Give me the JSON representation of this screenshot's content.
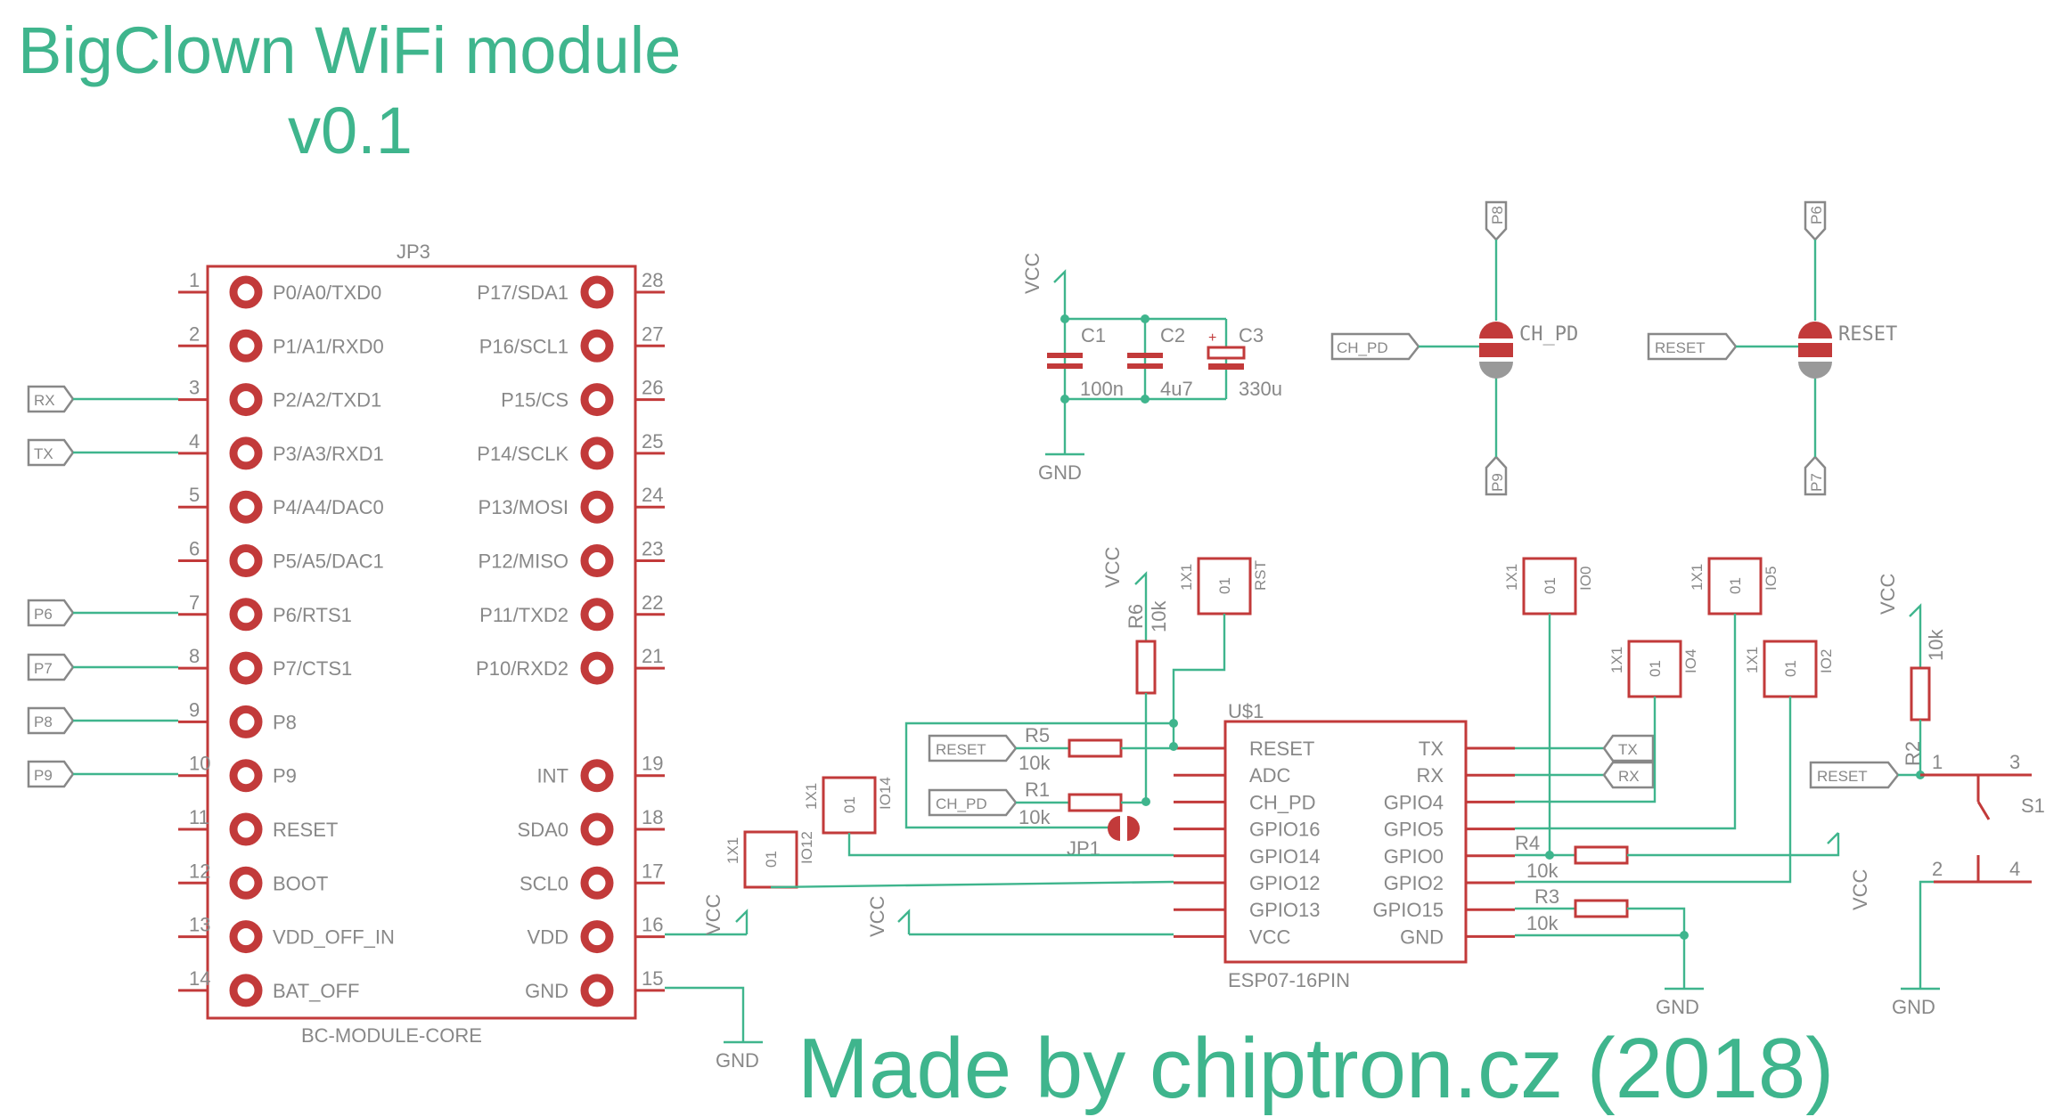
{
  "title": {
    "line1": "BigClown WiFi module",
    "line2": "v0.1"
  },
  "footer": "Made by chiptron.cz (2018)",
  "colors": {
    "accent": "#3fb58d",
    "component": "#c23a3a",
    "text": "#888888"
  },
  "jp3": {
    "ref": "JP3",
    "part": "BC-MODULE-CORE",
    "left_pins": [
      {
        "num": "1",
        "label": "P0/A0/TXD0"
      },
      {
        "num": "2",
        "label": "P1/A1/RXD0"
      },
      {
        "num": "3",
        "label": "P2/A2/TXD1"
      },
      {
        "num": "4",
        "label": "P3/A3/RXD1"
      },
      {
        "num": "5",
        "label": "P4/A4/DAC0"
      },
      {
        "num": "6",
        "label": "P5/A5/DAC1"
      },
      {
        "num": "7",
        "label": "P6/RTS1"
      },
      {
        "num": "8",
        "label": "P7/CTS1"
      },
      {
        "num": "9",
        "label": "P8"
      },
      {
        "num": "10",
        "label": "P9"
      },
      {
        "num": "11",
        "label": "RESET"
      },
      {
        "num": "12",
        "label": "BOOT"
      },
      {
        "num": "13",
        "label": "VDD_OFF_IN"
      },
      {
        "num": "14",
        "label": "BAT_OFF"
      }
    ],
    "right_pins": [
      {
        "num": "28",
        "label": "P17/SDA1"
      },
      {
        "num": "27",
        "label": "P16/SCL1"
      },
      {
        "num": "26",
        "label": "P15/CS"
      },
      {
        "num": "25",
        "label": "P14/SCLK"
      },
      {
        "num": "24",
        "label": "P13/MOSI"
      },
      {
        "num": "23",
        "label": "P12/MISO"
      },
      {
        "num": "22",
        "label": "P11/TXD2"
      },
      {
        "num": "21",
        "label": "P10/RXD2"
      },
      {
        "num": "",
        "label": ""
      },
      {
        "num": "19",
        "label": "INT"
      },
      {
        "num": "18",
        "label": "SDA0"
      },
      {
        "num": "17",
        "label": "SCL0"
      },
      {
        "num": "16",
        "label": "VDD"
      },
      {
        "num": "15",
        "label": "GND"
      }
    ],
    "ports": [
      "RX",
      "TX",
      "P6",
      "P7",
      "P8",
      "P9"
    ]
  },
  "power": {
    "vcc": "VCC",
    "gnd": "GND"
  },
  "caps": [
    {
      "ref": "C1",
      "value": "100n"
    },
    {
      "ref": "C2",
      "value": "4u7"
    },
    {
      "ref": "C3",
      "value": "330u"
    }
  ],
  "jumpers": [
    {
      "ref": "CH_PD",
      "port": "CH_PD",
      "top": "P8",
      "bottom": "P9"
    },
    {
      "ref": "RESET",
      "port": "RESET",
      "top": "P6",
      "bottom": "P7"
    }
  ],
  "esp": {
    "ref": "U$1",
    "part": "ESP07-16PIN",
    "left_pins": [
      "RESET",
      "ADC",
      "CH_PD",
      "GPIO16",
      "GPIO14",
      "GPIO12",
      "GPIO13",
      "VCC"
    ],
    "right_pins": [
      "TX",
      "RX",
      "GPIO4",
      "GPIO5",
      "GPIO0",
      "GPIO2",
      "GPIO15",
      "GND"
    ]
  },
  "resistors": [
    {
      "ref": "R1",
      "value": "10k"
    },
    {
      "ref": "R2",
      "value": "10k"
    },
    {
      "ref": "R3",
      "value": "10k"
    },
    {
      "ref": "R4",
      "value": "10k"
    },
    {
      "ref": "R5",
      "value": "10k"
    },
    {
      "ref": "R6",
      "value": "10k"
    }
  ],
  "jp1": "JP1",
  "testpoints": [
    {
      "pkg": "1X1",
      "num": "01",
      "label": "RST"
    },
    {
      "pkg": "1X1",
      "num": "01",
      "label": "IO0"
    },
    {
      "pkg": "1X1",
      "num": "01",
      "label": "IO5"
    },
    {
      "pkg": "1X1",
      "num": "01",
      "label": "IO4"
    },
    {
      "pkg": "1X1",
      "num": "01",
      "label": "IO2"
    },
    {
      "pkg": "1X1",
      "num": "01",
      "label": "IO14"
    },
    {
      "pkg": "1X1",
      "num": "01",
      "label": "IO12"
    }
  ],
  "esp_ports": {
    "reset": "RESET",
    "ch_pd": "CH_PD",
    "tx": "TX",
    "rx": "RX"
  },
  "switch": {
    "ref": "S1",
    "port": "RESET",
    "pins": [
      "1",
      "2",
      "3",
      "4"
    ]
  }
}
